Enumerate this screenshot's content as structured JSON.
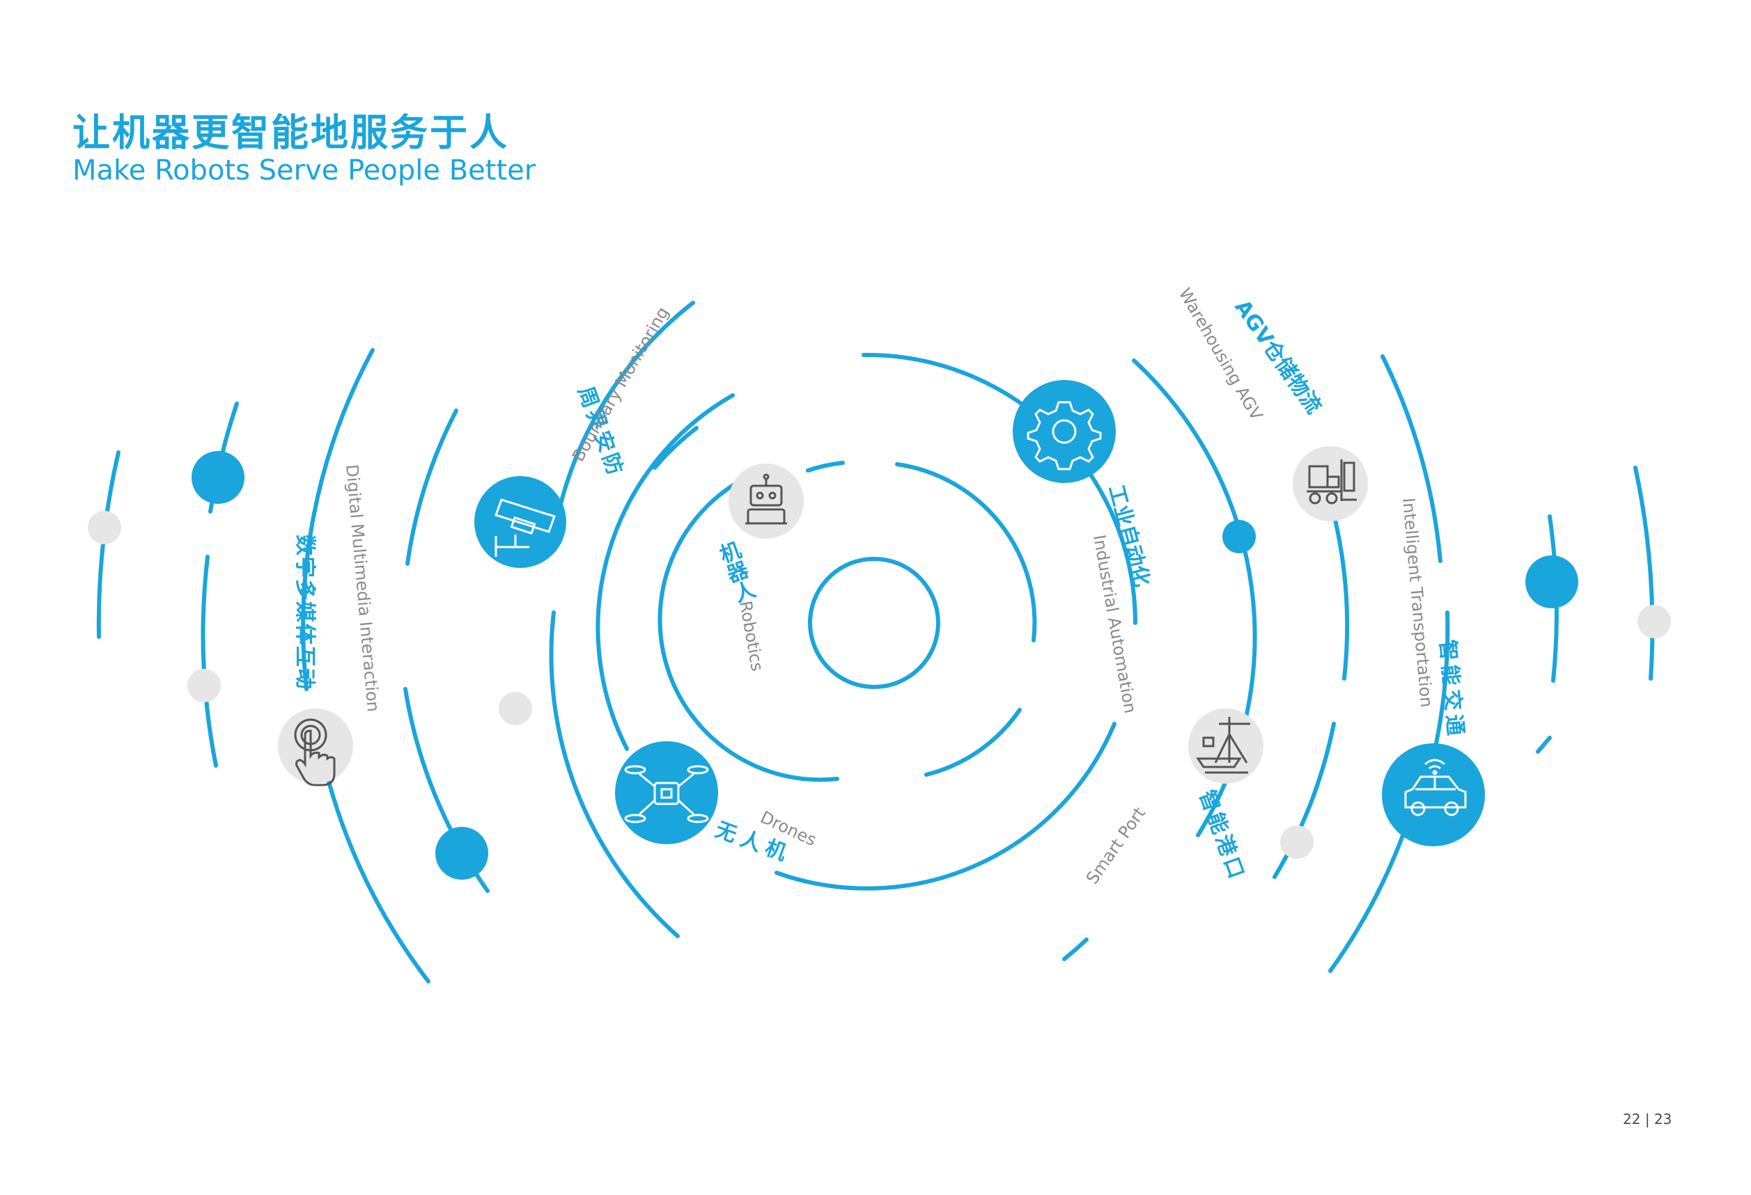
{
  "header": {
    "title_cn": "让机器更智能地服务于人",
    "title_en": "Make Robots Serve People Better"
  },
  "footer": {
    "page_left": "22",
    "separator": "|",
    "page_right": "23"
  },
  "colors": {
    "accent": "#1aa5dc",
    "icon_bg_gray": "#e6e6e6",
    "icon_stroke_gray": "#555555",
    "label_gray": "#8a8a8a"
  },
  "segments": [
    {
      "id": "robotics",
      "cn": "机器人",
      "en": "Robotics",
      "icon": "robot-icon",
      "style": "gray"
    },
    {
      "id": "drones",
      "cn": "无人机",
      "en": "Drones",
      "icon": "drone-icon",
      "style": "blue"
    },
    {
      "id": "industrial",
      "cn": "工业自动化",
      "en": "Industrial Automation",
      "icon": "gear-icon",
      "style": "blue"
    },
    {
      "id": "boundary",
      "cn": "周界安防",
      "en": "Boundary Monitoring",
      "icon": "security-camera-icon",
      "style": "blue"
    },
    {
      "id": "smartport",
      "cn": "智能港口",
      "en": "Smart Port",
      "icon": "port-crane-icon",
      "style": "gray"
    },
    {
      "id": "agv",
      "cn": "AGV仓储物流",
      "en": "Warehousing AGV",
      "icon": "forklift-icon",
      "style": "gray"
    },
    {
      "id": "multimedia",
      "cn": "数字多媒体互动",
      "en": "Digital Multimedia Interaction",
      "icon": "touch-icon",
      "style": "gray"
    },
    {
      "id": "traffic",
      "cn": "智能交通",
      "en": "Intelligent Transportation",
      "icon": "car-icon",
      "style": "blue"
    }
  ]
}
